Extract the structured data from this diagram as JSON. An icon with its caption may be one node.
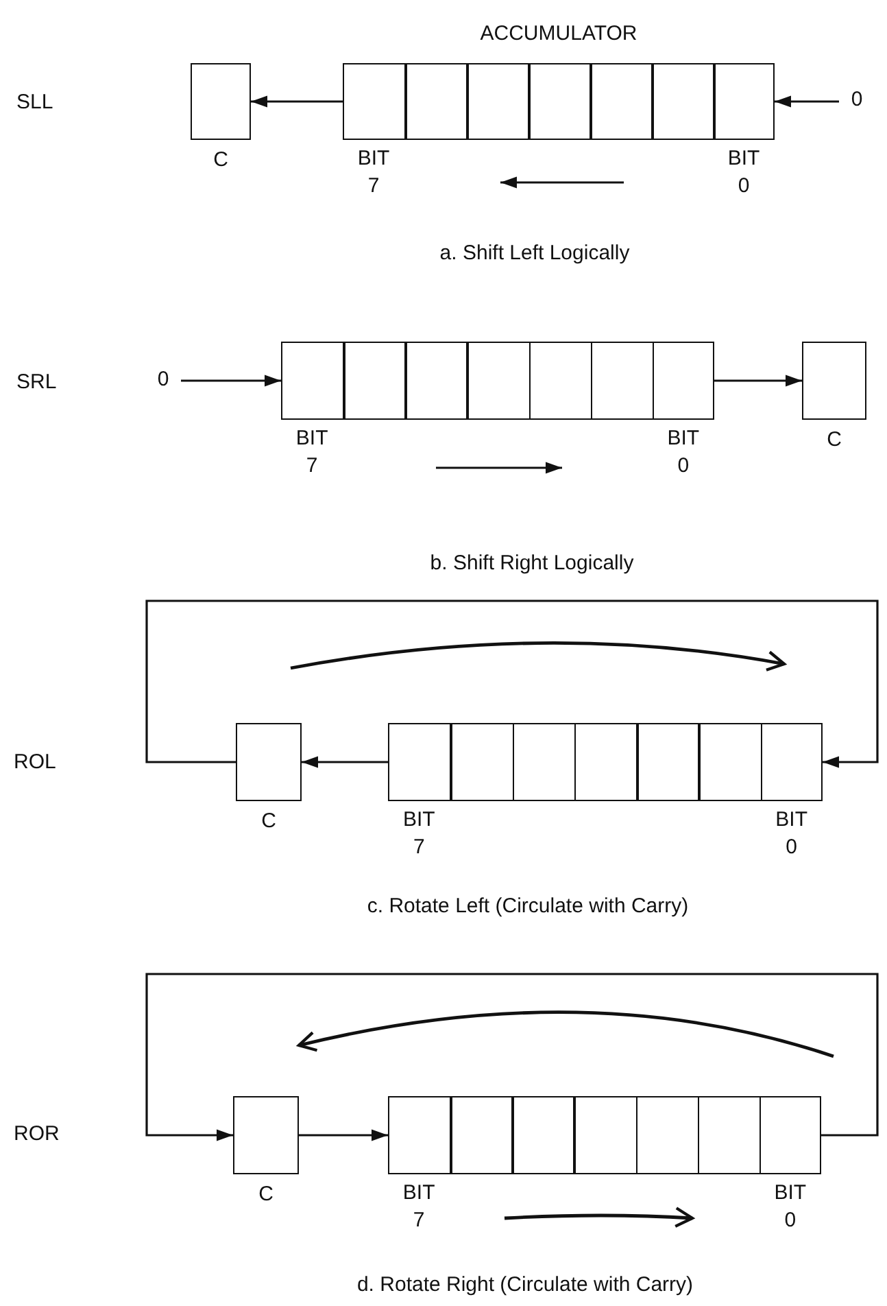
{
  "diagram": {
    "nodes": [
      {
        "text": [
          "C"
        ]
      },
      {
        "text": [
          "ACCUMULATOR"
        ],
        "beside": [
          "BIT 7",
          "BIT 0"
        ]
      },
      {
        "text": [
          "0"
        ]
      },
      {
        "text": [
          "0"
        ]
      },
      {
        "text": [],
        "shape": "box",
        "beside": [
          "BIT 7",
          "BIT 0"
        ]
      },
      {
        "text": [
          "C"
        ]
      },
      {
        "text": [
          "C"
        ]
      },
      {
        "text": [],
        "shape": "box",
        "beside": [
          "BIT 7",
          "BIT 0"
        ]
      },
      {
        "text": [
          "C"
        ]
      },
      {
        "text": [],
        "shape": "box",
        "beside": [
          "BIT 7",
          "BIT 0"
        ]
      }
    ],
    "edges": [
      {
        "from": 1,
        "to": 0,
        "arrow": "to"
      },
      {
        "from": 2,
        "to": 1,
        "arrow": "to"
      },
      {
        "from": 3,
        "to": 4,
        "arrow": "to"
      },
      {
        "from": 4,
        "to": 5,
        "arrow": "to"
      },
      {
        "from": 7,
        "to": 6,
        "arrow": "to"
      },
      {
        "from": 6,
        "to": 7,
        "arrow": "to"
      },
      {
        "from": 8,
        "to": 9,
        "arrow": "to"
      },
      {
        "from": 9,
        "to": 8,
        "arrow": "to"
      }
    ],
    "labels": [
      "SLL",
      "a. Shift Left Logically",
      "SRL",
      "b. Shift Right Logically",
      "ROL",
      "c. Rotate Left (Circulate with Carry)",
      "ROR",
      "d. Rotate Right (Circulate with Carry)"
    ]
  }
}
